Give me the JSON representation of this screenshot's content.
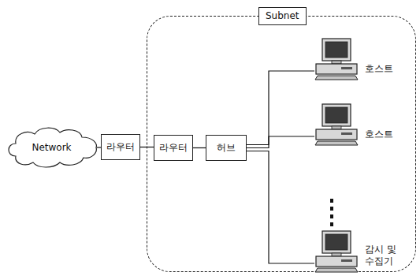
{
  "diagram": {
    "nodes": [
      {
        "text": [
          "Network"
        ]
      },
      {
        "text": [
          "라우터"
        ]
      },
      {
        "text": [
          "Subnet"
        ]
      },
      {
        "text": [
          "라우터"
        ],
        "in": 2
      },
      {
        "text": [
          "허브"
        ],
        "in": 2
      },
      {
        "text": [
          "호스트"
        ],
        "in": 2
      },
      {
        "text": [
          "호스트"
        ],
        "in": 2
      },
      {
        "text": [
          "감시 및 수집기"
        ],
        "in": 2
      }
    ],
    "edges": [
      {
        "from": 0,
        "to": 1,
        "arrow": "none"
      },
      {
        "from": 1,
        "to": 3,
        "arrow": "none"
      },
      {
        "from": 3,
        "to": 4,
        "arrow": "none"
      },
      {
        "from": 4,
        "to": 5,
        "arrow": "none"
      },
      {
        "from": 4,
        "to": 6,
        "arrow": "none"
      },
      {
        "from": 4,
        "to": 7,
        "arrow": "none"
      }
    ]
  }
}
